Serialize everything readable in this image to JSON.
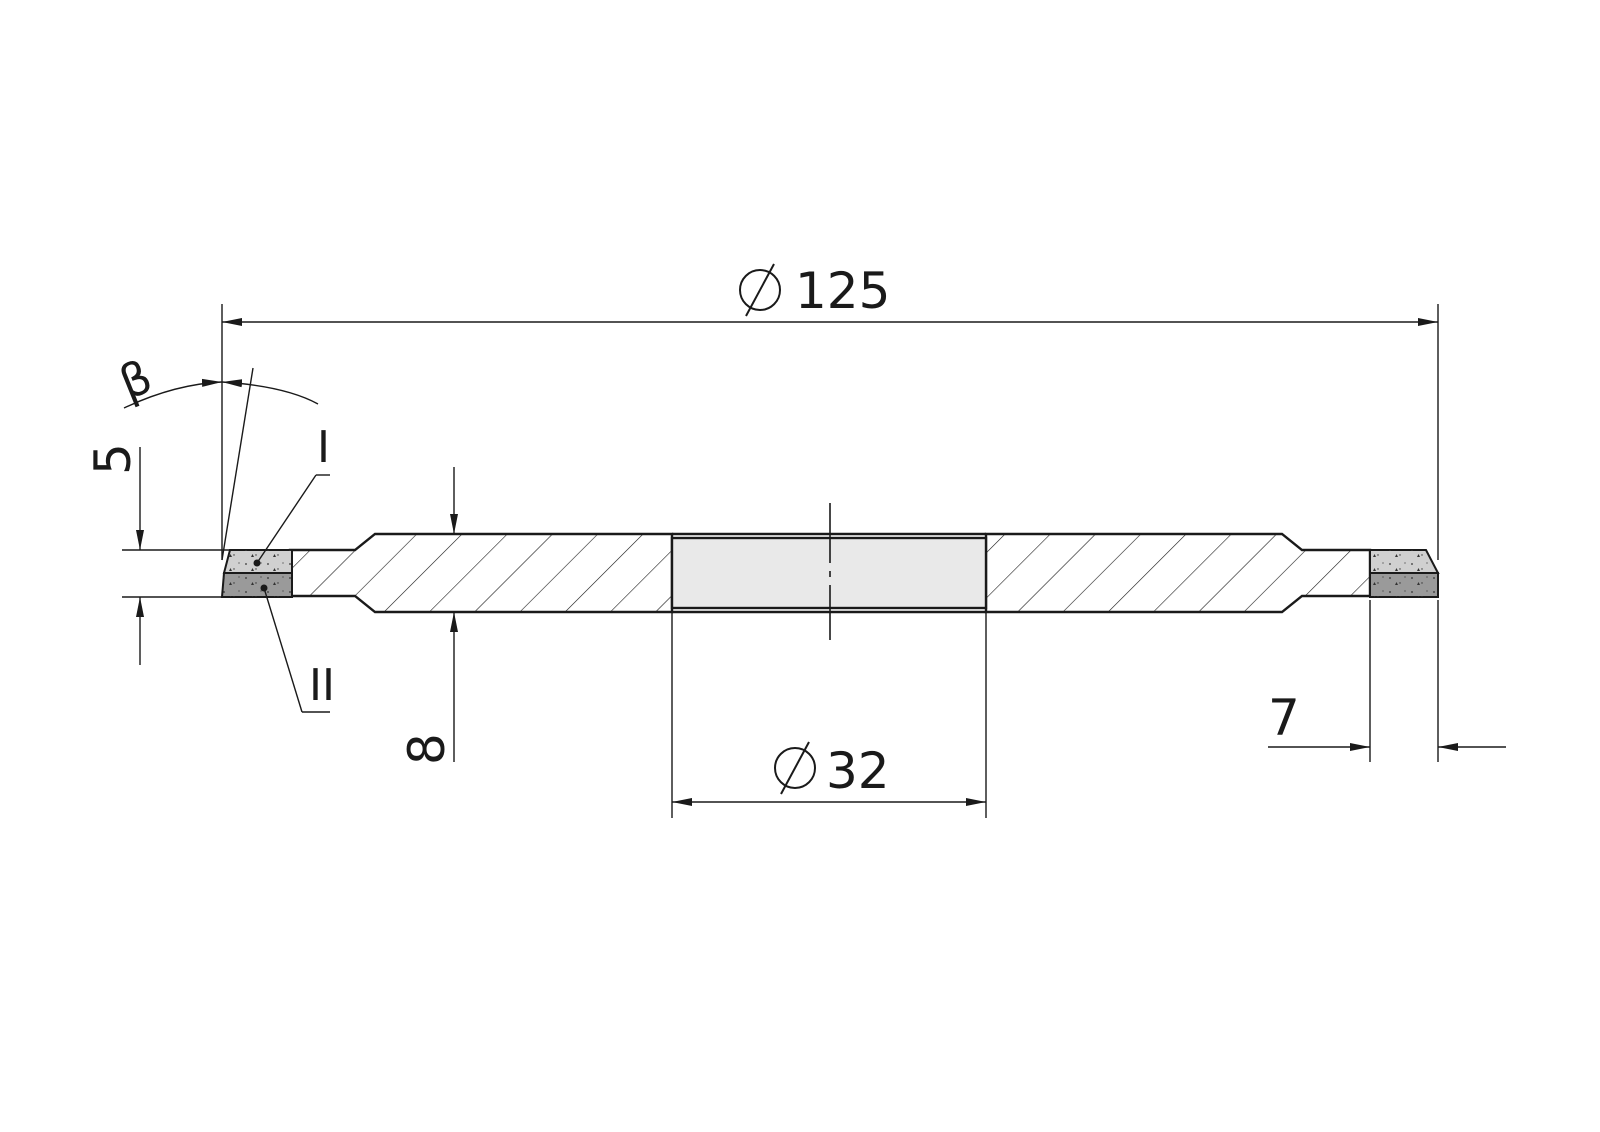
{
  "drawing": {
    "dimensions": {
      "outer_diameter": {
        "symbol": "⌀",
        "value": "125"
      },
      "bore_diameter": {
        "symbol": "⌀",
        "value": "32"
      },
      "rim_height": "5",
      "hub_thickness": "8",
      "rim_width": "7",
      "angle": "β"
    },
    "labels": {
      "layer_one": "I",
      "layer_two": "II"
    },
    "colors": {
      "line": "#1a1a1a",
      "hatch_fill": "#ffffff",
      "bore_fill": "#e9e9e9",
      "abrasive_light": "#d0d0d0",
      "abrasive_dark": "#9a9a9a"
    }
  }
}
